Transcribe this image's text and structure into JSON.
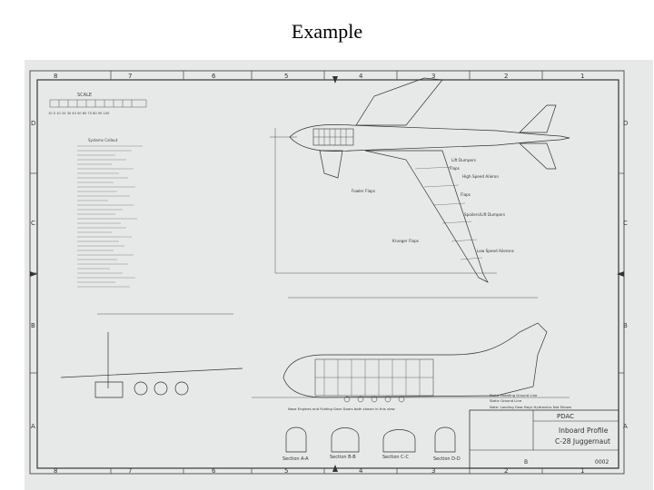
{
  "slide": {
    "title": "Example"
  },
  "drawing": {
    "border_columns_top": [
      "8",
      "7",
      "6",
      "5",
      "4",
      "3",
      "2",
      "1"
    ],
    "border_columns_bottom": [
      "8",
      "7",
      "6",
      "5",
      "4",
      "3",
      "2",
      "1"
    ],
    "border_rows_left": [
      "D",
      "C",
      "B",
      "A"
    ],
    "border_rows_right": [
      "D",
      "C",
      "B",
      "A"
    ],
    "scale_label": "SCALE",
    "scale_ticks": "10  0  10  20  30  40  50  60  70  80  90  100",
    "systems_legend_title": "Systems Callout",
    "top_view_labels": {
      "dumpers": "Lift Dumpers",
      "high_speed_aileron": "High Speed Aileron",
      "flaps_upper": "Flaps",
      "fowler_flaps": "Fowler Flaps",
      "flaps_lower": "Flaps",
      "spoilers": "Spoilers/Lift Dumpers",
      "krueger_flaps": "Krueger Flaps",
      "low_speed_ailerons": "Low Speed Ailerons"
    },
    "section_labels": [
      "Section A-A",
      "Section B-B",
      "Section C-C",
      "Section D-D"
    ],
    "notes": [
      "Static Rotating Ground Line",
      "Static Ground Line",
      "Note: Landing Gear Bays Hydraulics Not Shown"
    ],
    "gear_note": "Nose Engines and Folding Gear Doors both shown in this view",
    "title_block": {
      "org": "PDAC",
      "title_line1": "Inboard Profile",
      "title_line2": "C-28 Juggernaut",
      "size": "B",
      "drawing_no": "0002"
    }
  }
}
